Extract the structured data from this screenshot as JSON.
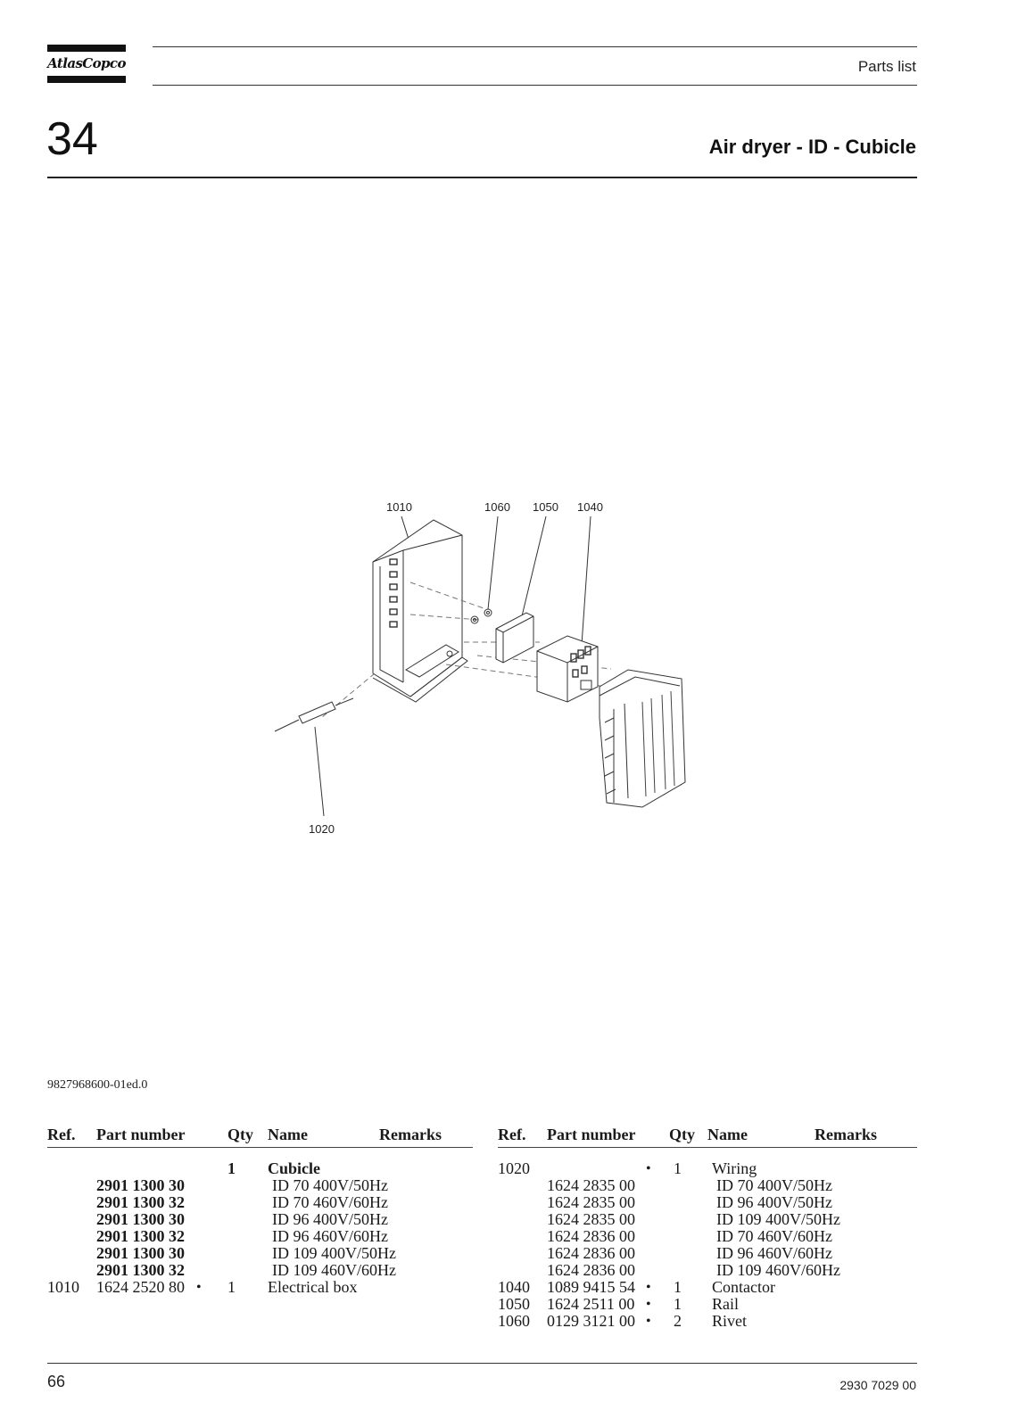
{
  "header": {
    "logo_text": "AtlasCopco",
    "section_label": "Parts list",
    "chapter_number": "34",
    "title": "Air dryer - ID - Cubicle"
  },
  "drawing": {
    "callouts": [
      "1010",
      "1060",
      "1050",
      "1040",
      "1020"
    ]
  },
  "document_ref": "9827968600-01ed.0",
  "table_headers": {
    "ref": "Ref.",
    "part_number": "Part number",
    "qty": "Qty",
    "name": "Name",
    "remarks": "Remarks"
  },
  "left_table": [
    {
      "ref": "",
      "part": "",
      "dot": "",
      "qty": "1",
      "name": "Cubicle",
      "style": "bold-name"
    },
    {
      "ref": "",
      "part": "2901 1300 30",
      "dot": "",
      "qty": "",
      "name": "ID 70 400V/50Hz",
      "style": "bold-part"
    },
    {
      "ref": "",
      "part": "2901 1300 32",
      "dot": "",
      "qty": "",
      "name": "ID 70 460V/60Hz",
      "style": "bold-part"
    },
    {
      "ref": "",
      "part": "2901 1300 30",
      "dot": "",
      "qty": "",
      "name": "ID 96 400V/50Hz",
      "style": "bold-part"
    },
    {
      "ref": "",
      "part": "2901 1300 32",
      "dot": "",
      "qty": "",
      "name": "ID 96 460V/60Hz",
      "style": "bold-part"
    },
    {
      "ref": "",
      "part": "2901 1300 30",
      "dot": "",
      "qty": "",
      "name": "ID 109 400V/50Hz",
      "style": "bold-part"
    },
    {
      "ref": "",
      "part": "2901 1300 32",
      "dot": "",
      "qty": "",
      "name": "ID 109 460V/60Hz",
      "style": "bold-part"
    },
    {
      "ref": "1010",
      "part": "1624 2520 80",
      "dot": "•",
      "qty": "1",
      "name": "Electrical box",
      "style": ""
    }
  ],
  "right_table": [
    {
      "ref": "1020",
      "part": "",
      "dot": "•",
      "qty": "1",
      "name": "Wiring",
      "style": ""
    },
    {
      "ref": "",
      "part": "1624 2835 00",
      "dot": "",
      "qty": "",
      "name": "ID 70 400V/50Hz",
      "style": ""
    },
    {
      "ref": "",
      "part": "1624 2835 00",
      "dot": "",
      "qty": "",
      "name": "ID 96 400V/50Hz",
      "style": ""
    },
    {
      "ref": "",
      "part": "1624 2835 00",
      "dot": "",
      "qty": "",
      "name": "ID 109 400V/50Hz",
      "style": ""
    },
    {
      "ref": "",
      "part": "1624 2836 00",
      "dot": "",
      "qty": "",
      "name": "ID 70 460V/60Hz",
      "style": ""
    },
    {
      "ref": "",
      "part": "1624 2836 00",
      "dot": "",
      "qty": "",
      "name": "ID 96 460V/60Hz",
      "style": ""
    },
    {
      "ref": "",
      "part": "1624 2836 00",
      "dot": "",
      "qty": "",
      "name": "ID 109 460V/60Hz",
      "style": ""
    },
    {
      "ref": "1040",
      "part": "1089 9415 54",
      "dot": "•",
      "qty": "1",
      "name": "Contactor",
      "style": ""
    },
    {
      "ref": "1050",
      "part": "1624 2511 00",
      "dot": "•",
      "qty": "1",
      "name": "Rail",
      "style": ""
    },
    {
      "ref": "1060",
      "part": "0129 3121 00",
      "dot": "•",
      "qty": "2",
      "name": "Rivet",
      "style": ""
    }
  ],
  "footer": {
    "page_number": "66",
    "document_number": "2930 7029 00"
  }
}
